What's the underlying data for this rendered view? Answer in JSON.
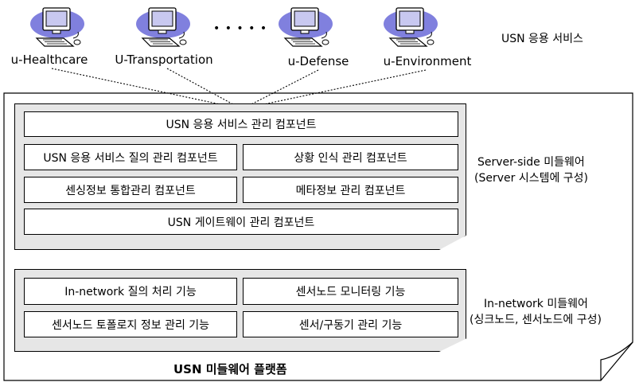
{
  "services": [
    {
      "label": "u-Healthcare",
      "icon": "computer-icon"
    },
    {
      "label": "U-Transportation",
      "icon": "computer-icon"
    },
    {
      "label": "u-Defense",
      "icon": "computer-icon"
    },
    {
      "label": "u-Environment",
      "icon": "computer-icon"
    }
  ],
  "ellipsis": "• • • • •",
  "service_layer_title": "USN 응용 서비스",
  "server_side": {
    "components": {
      "service_mgmt": "USN 응용 서비스 관리 컴포넌트",
      "service_query": "USN 응용 서비스 질의 관리 컴포넌트",
      "context_aware": "상황 인식 관리 컴포넌트",
      "sensing_integration": "센싱정보 통합관리 컴포넌트",
      "metadata": "메타정보 관리 컴포넌트",
      "gateway": "USN 게이트웨이 관리 컴포넌트"
    },
    "label_line1": "Server-side 미들웨어",
    "label_line2": "(Server 시스템에 구성)"
  },
  "in_network": {
    "components": {
      "query_processing": "In-network 질의 처리 기능",
      "node_monitoring": "센서노드 모니터링 기능",
      "topology": "센서노드 토폴로지 정보 관리 기능",
      "actuator": "센서/구동기 관리 기능"
    },
    "label_line1": "In-network 미들웨어",
    "label_line2": "(싱크노드, 센서노드에 구성)"
  },
  "platform_title": "USN 미들웨어 플랫폼",
  "colors": {
    "monitor_screen": "#c8c8f0",
    "panel_fill": "#e6e6e6"
  }
}
